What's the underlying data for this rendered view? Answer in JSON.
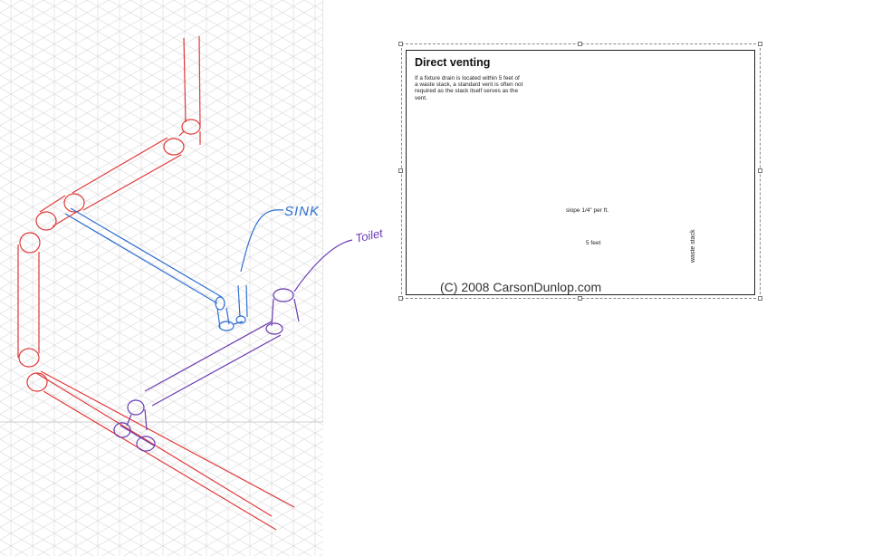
{
  "sketch": {
    "sink_label": "SINK",
    "toilet_label": "Toilet",
    "colors": {
      "drain": "#e03a3a",
      "sink_pipe": "#2f6fd0",
      "toilet_pipe": "#6a3bb0",
      "grid": "#d7d7d7"
    }
  },
  "inset": {
    "title": "Direct venting",
    "body": "If a fixture drain is located within 5 feet of a waste stack, a standard vent is often not required as the stack itself serves as the vent.",
    "slope_label": "slope 1/4\" per ft.",
    "distance_label": "5 feet",
    "stack_label": "waste stack",
    "copyright": "(C) 2008 CarsonDunlop.com"
  }
}
